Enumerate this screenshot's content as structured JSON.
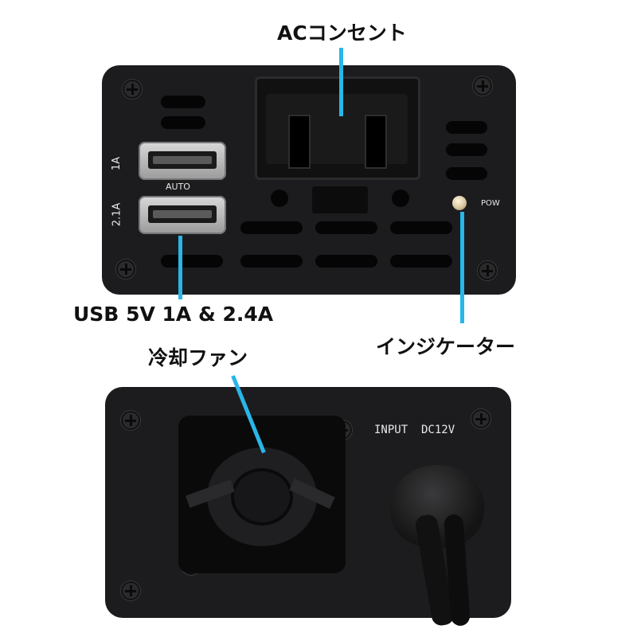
{
  "callouts": {
    "ac_outlet": "ACコンセント",
    "usb": "USB 5V 1A & 2.4A",
    "indicator": "インジケーター",
    "cooling_fan": "冷却ファン"
  },
  "front_panel": {
    "usb_top_label": "1A",
    "usb_bottom_label": "2.1A",
    "auto_label": "AUTO",
    "pow_label": "POW"
  },
  "rear_panel": {
    "input_label": "INPUT  DC12V"
  },
  "colors": {
    "pointer": "#29b6e8",
    "panel": "#1c1c1e",
    "led": "#d8c7a0"
  }
}
